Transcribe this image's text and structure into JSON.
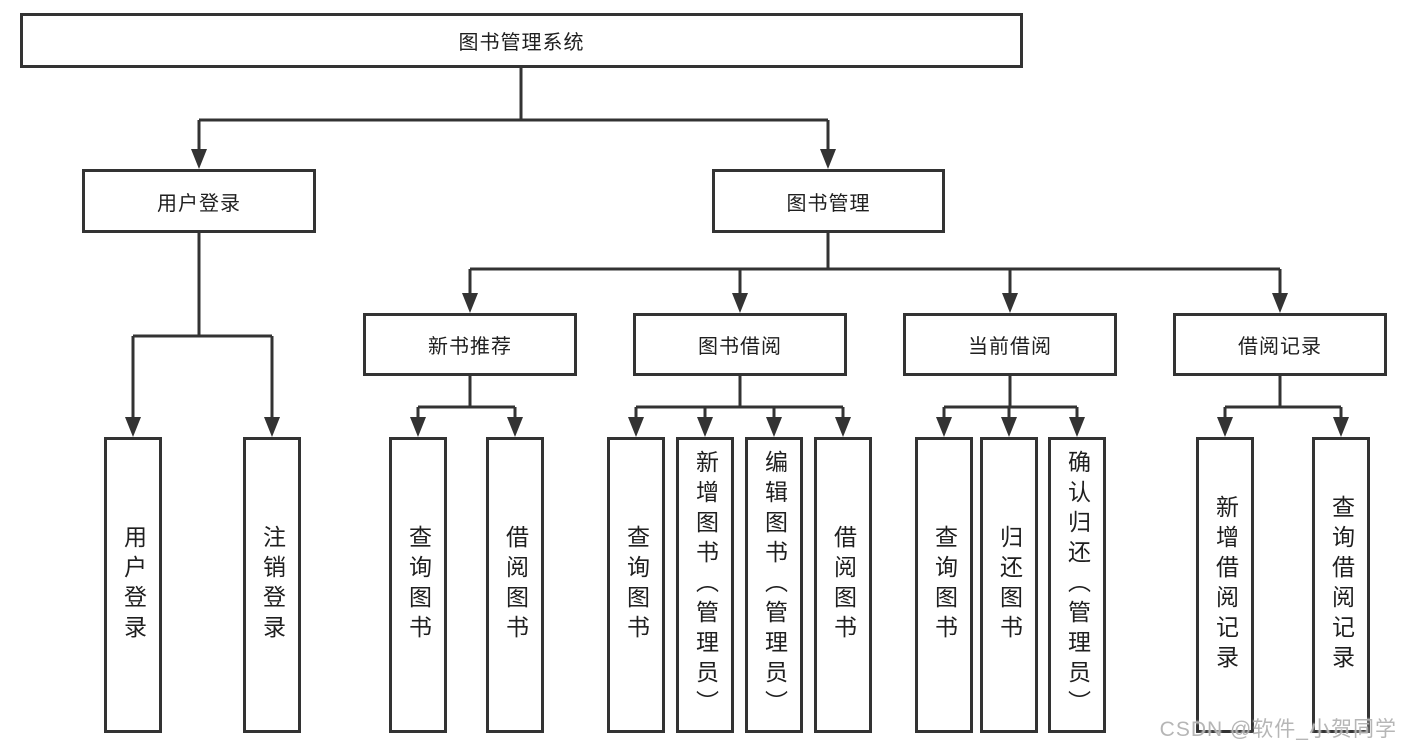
{
  "diagram": {
    "root": {
      "label": "图书管理系统"
    },
    "user_login": {
      "label": "用户登录",
      "children": [
        {
          "label": "用户登录"
        },
        {
          "label": "注销登录"
        }
      ]
    },
    "book_management": {
      "label": "图书管理",
      "children": [
        {
          "label": "新书推荐",
          "children": [
            {
              "label": "查询图书"
            },
            {
              "label": "借阅图书"
            }
          ]
        },
        {
          "label": "图书借阅",
          "children": [
            {
              "label": "查询图书"
            },
            {
              "label": "新增图书（管理员）"
            },
            {
              "label": "编辑图书（管理员）"
            },
            {
              "label": "借阅图书"
            }
          ]
        },
        {
          "label": "当前借阅",
          "children": [
            {
              "label": "查询图书"
            },
            {
              "label": "归还图书"
            },
            {
              "label": "确认归还（管理员）"
            }
          ]
        },
        {
          "label": "借阅记录",
          "children": [
            {
              "label": "新增借阅记录"
            },
            {
              "label": "查询借阅记录"
            }
          ]
        }
      ]
    },
    "watermark": "CSDN @软件_小贺同学"
  },
  "colors": {
    "line": "#333333",
    "box_background": "#ffffff",
    "text": "#1f1f1f",
    "watermark": "#b0b0b0"
  }
}
